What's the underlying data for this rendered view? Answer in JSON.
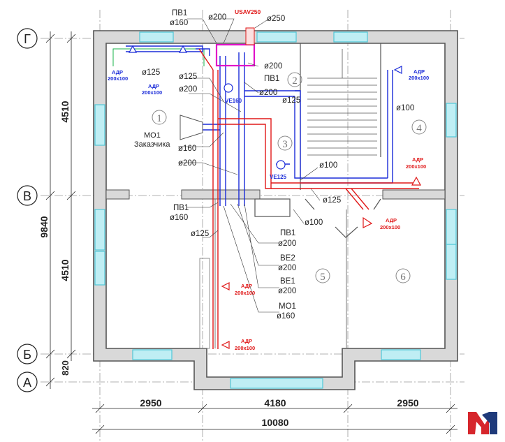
{
  "axes": {
    "g": "Г",
    "v": "В",
    "b": "Б",
    "a": "А"
  },
  "dims": {
    "vertical_total": "9840",
    "upper": "4510",
    "lower": "4510",
    "bottom": "820",
    "col1": "2950",
    "col2": "4180",
    "col3": "2950",
    "total": "10080"
  },
  "rooms": [
    "1",
    "2",
    "3",
    "4",
    "5",
    "6"
  ],
  "equipment": {
    "usav": "USAV250",
    "ve160": "VE160",
    "ve125": "VE125",
    "mo1": "МО1",
    "customer": "Заказчика"
  },
  "labels": {
    "pv1_top": "ПВ1",
    "pv1_top_d": "ø160",
    "d200_top": "ø200",
    "d250": "ø250",
    "d125_left": "ø125",
    "d125_a": "ø125",
    "d200_a": "ø200",
    "pv1_mid": "ПВ1",
    "d200_b": "ø200",
    "d200_c": "ø200",
    "d125_b": "ø125",
    "d160_a": "ø160",
    "d200_d": "ø200",
    "d100_a": "ø100",
    "d100_b": "ø100",
    "d125_c": "ø125",
    "d100_c": "ø100",
    "pv1_bot": "ПВ1",
    "pv1_bot_d": "ø160",
    "d125_d": "ø125",
    "pv1_r": "ПВ1",
    "pv1_r_d": "ø200",
    "ve2": "ВЕ2",
    "ve2_d": "ø200",
    "ve1": "ВЕ1",
    "ve1_d": "ø200",
    "mo1_r": "МО1",
    "mo1_r_d": "ø160"
  },
  "grilles": {
    "adr": "АДР",
    "size": "200x100"
  },
  "colors": {
    "supply": "#1a2bd8",
    "exhaust": "#e01818",
    "wall": "#6a6a6a",
    "window": "#4fc8d8",
    "logo_red": "#d6262c",
    "logo_blue": "#1f3a7a"
  },
  "logo_icon": "logo-m-icon"
}
